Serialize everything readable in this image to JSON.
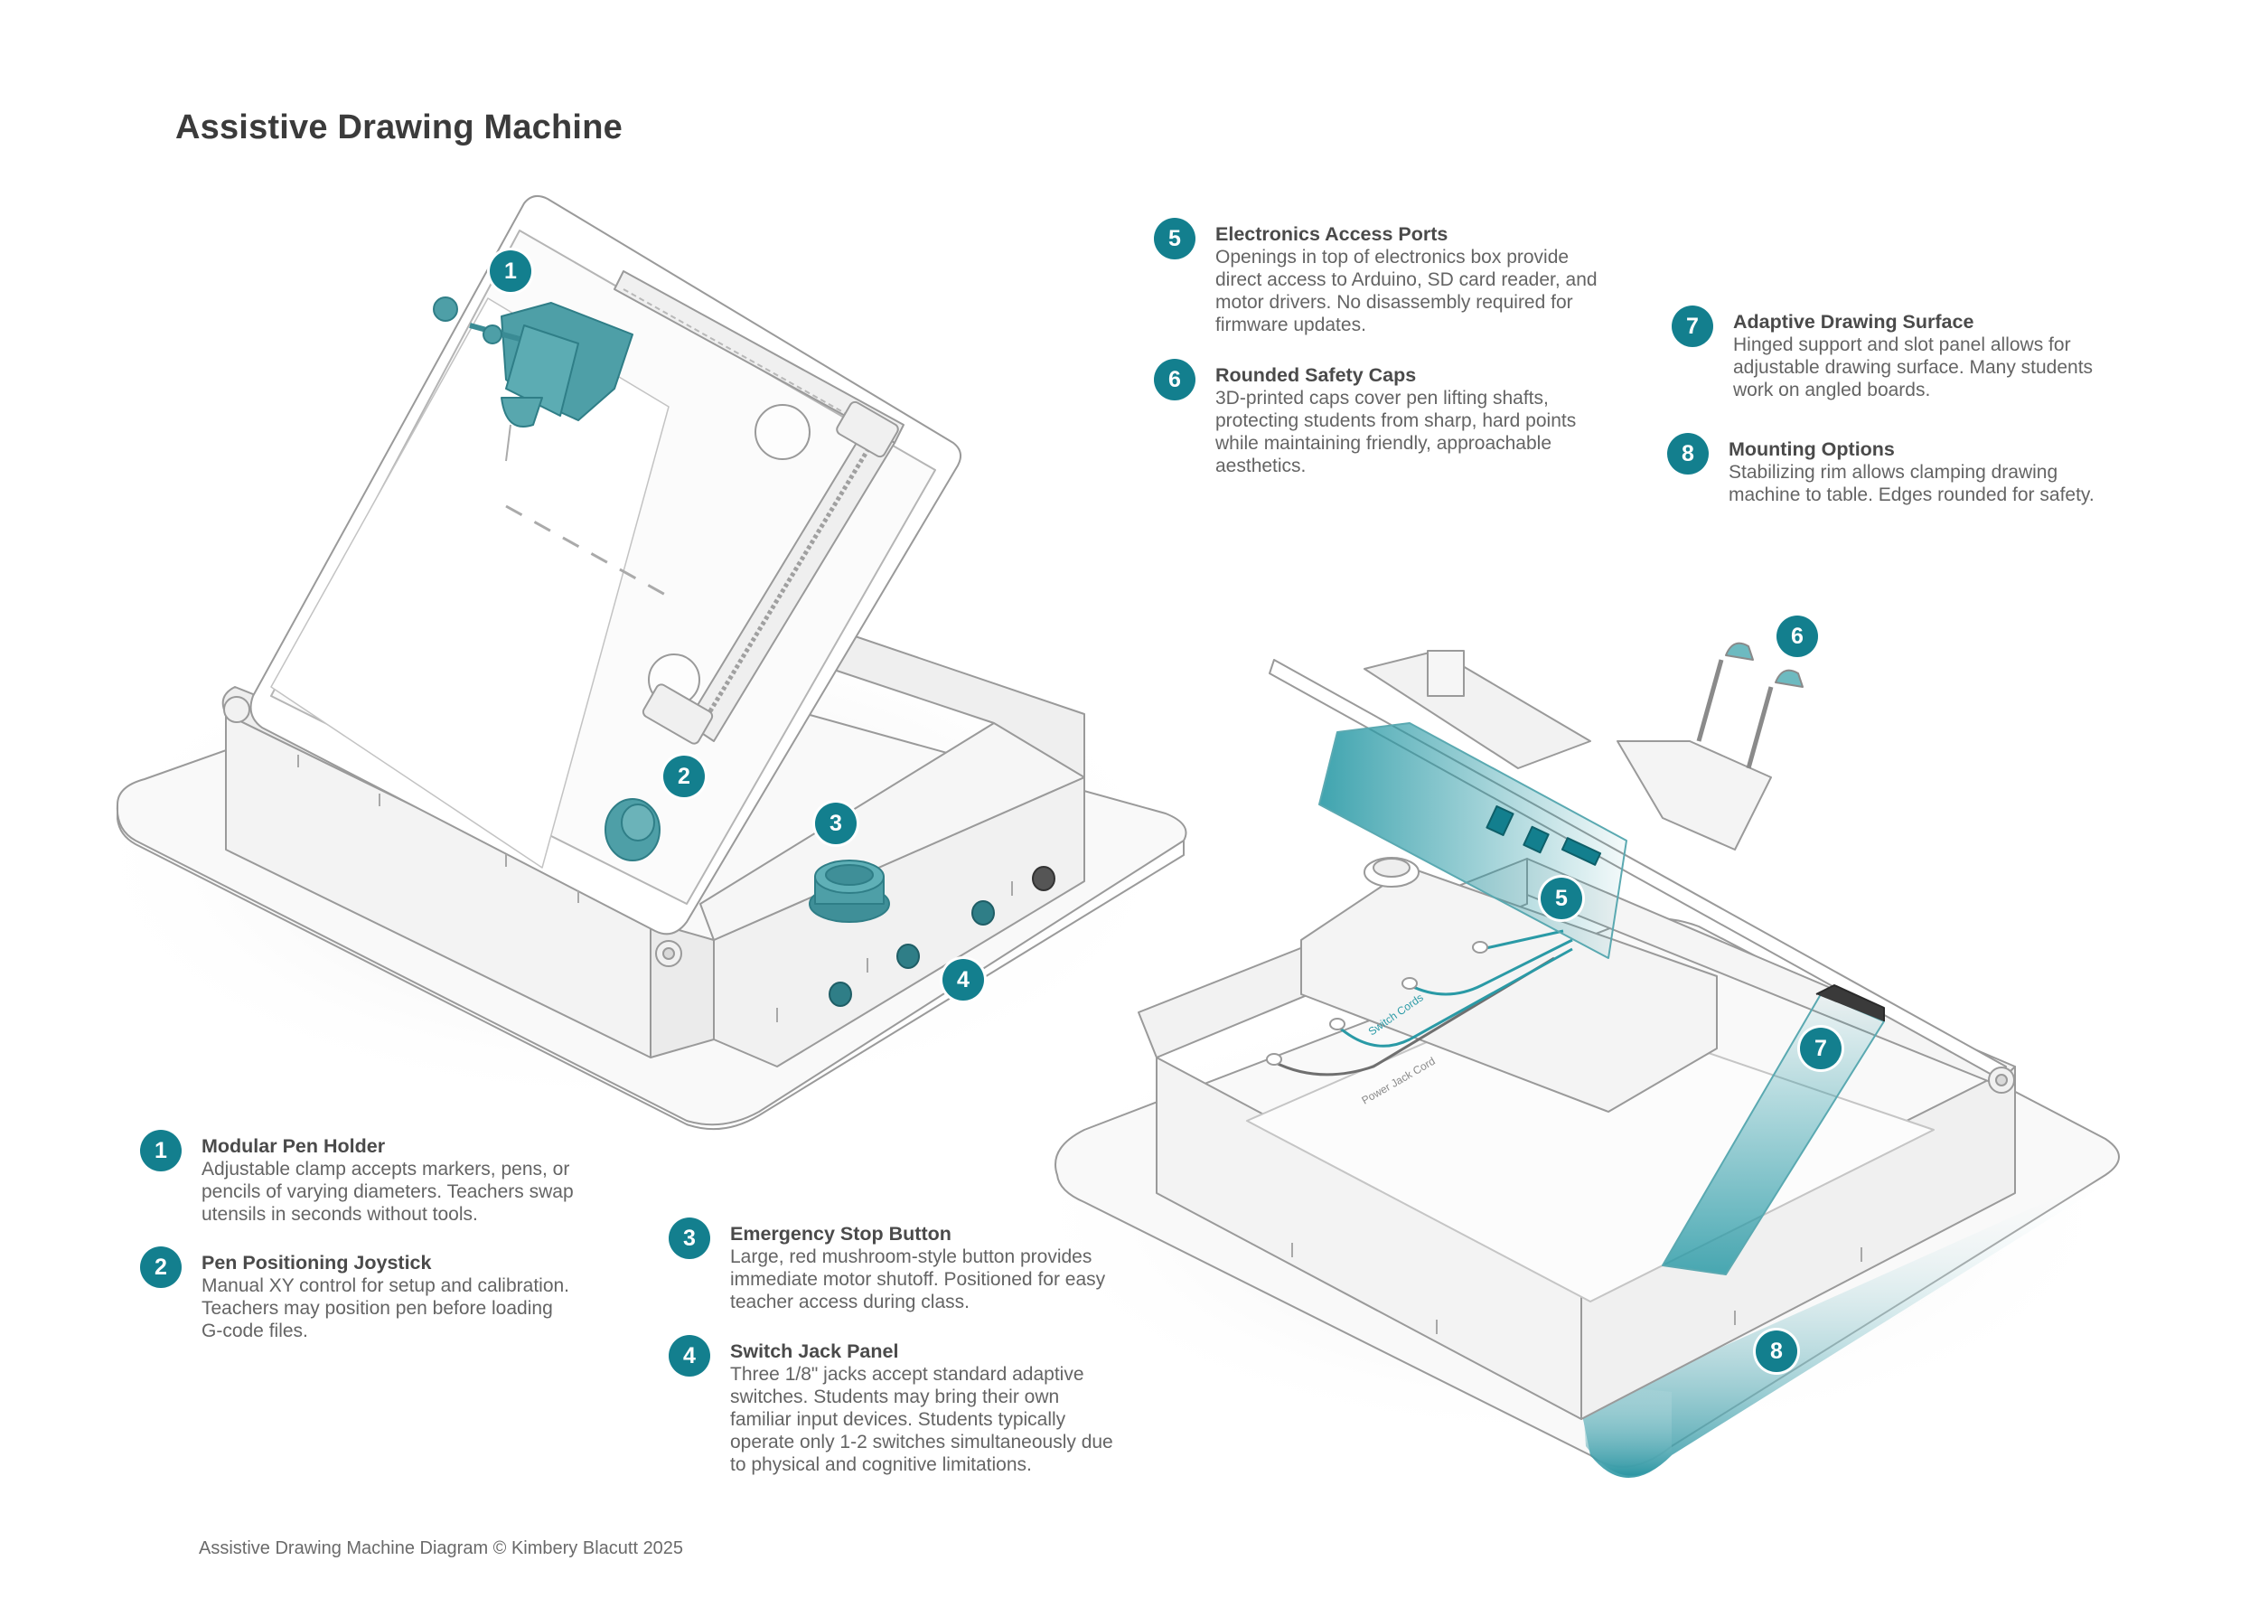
{
  "title": "Assistive Drawing Machine",
  "footer": "Assistive Drawing Machine Diagram © Kimbery Blacutt 2025",
  "accent_color": "#137f8e",
  "diagram_labels": {
    "switch_cords": "Switch Cords",
    "power_jack_cord": "Power Jack Cord"
  },
  "badges": [
    "1",
    "2",
    "3",
    "4",
    "5",
    "6",
    "7",
    "8"
  ],
  "callouts": [
    {
      "num": "1",
      "title": "Modular Pen Holder",
      "lines": [
        "Adjustable clamp accepts markers, pens, or",
        "pencils of varying diameters. Teachers swap",
        "utensils in seconds without tools."
      ]
    },
    {
      "num": "2",
      "title": "Pen Positioning Joystick",
      "lines": [
        "Manual XY control for setup and calibration.",
        "Teachers may position pen before loading",
        "G-code files."
      ]
    },
    {
      "num": "3",
      "title": "Emergency Stop Button",
      "lines": [
        "Large, red mushroom-style button provides",
        "immediate motor shutoff. Positioned for easy",
        "teacher access during class."
      ]
    },
    {
      "num": "4",
      "title": "Switch Jack Panel",
      "lines": [
        "Three 1/8\" jacks accept standard adaptive",
        "switches. Students may bring their own",
        "familiar input devices. Students typically",
        "operate only 1-2 switches simultaneously due",
        "to physical and cognitive limitations."
      ]
    },
    {
      "num": "5",
      "title": "Electronics Access Ports",
      "lines": [
        "Openings in top of electronics box provide",
        "direct access to Arduino, SD card reader, and",
        "motor drivers. No disassembly required for",
        "firmware updates."
      ]
    },
    {
      "num": "6",
      "title": "Rounded Safety Caps",
      "lines": [
        "3D-printed caps cover pen lifting shafts,",
        "protecting students from sharp, hard points",
        "while maintaining friendly, approachable",
        "aesthetics."
      ]
    },
    {
      "num": "7",
      "title": "Adaptive Drawing Surface",
      "lines": [
        "Hinged support and slot panel allows for",
        "adjustable drawing surface. Many students",
        "work on angled boards."
      ]
    },
    {
      "num": "8",
      "title": "Mounting Options",
      "lines": [
        "Stabilizing rim allows clamping drawing",
        "machine to table. Edges rounded for safety."
      ]
    }
  ]
}
